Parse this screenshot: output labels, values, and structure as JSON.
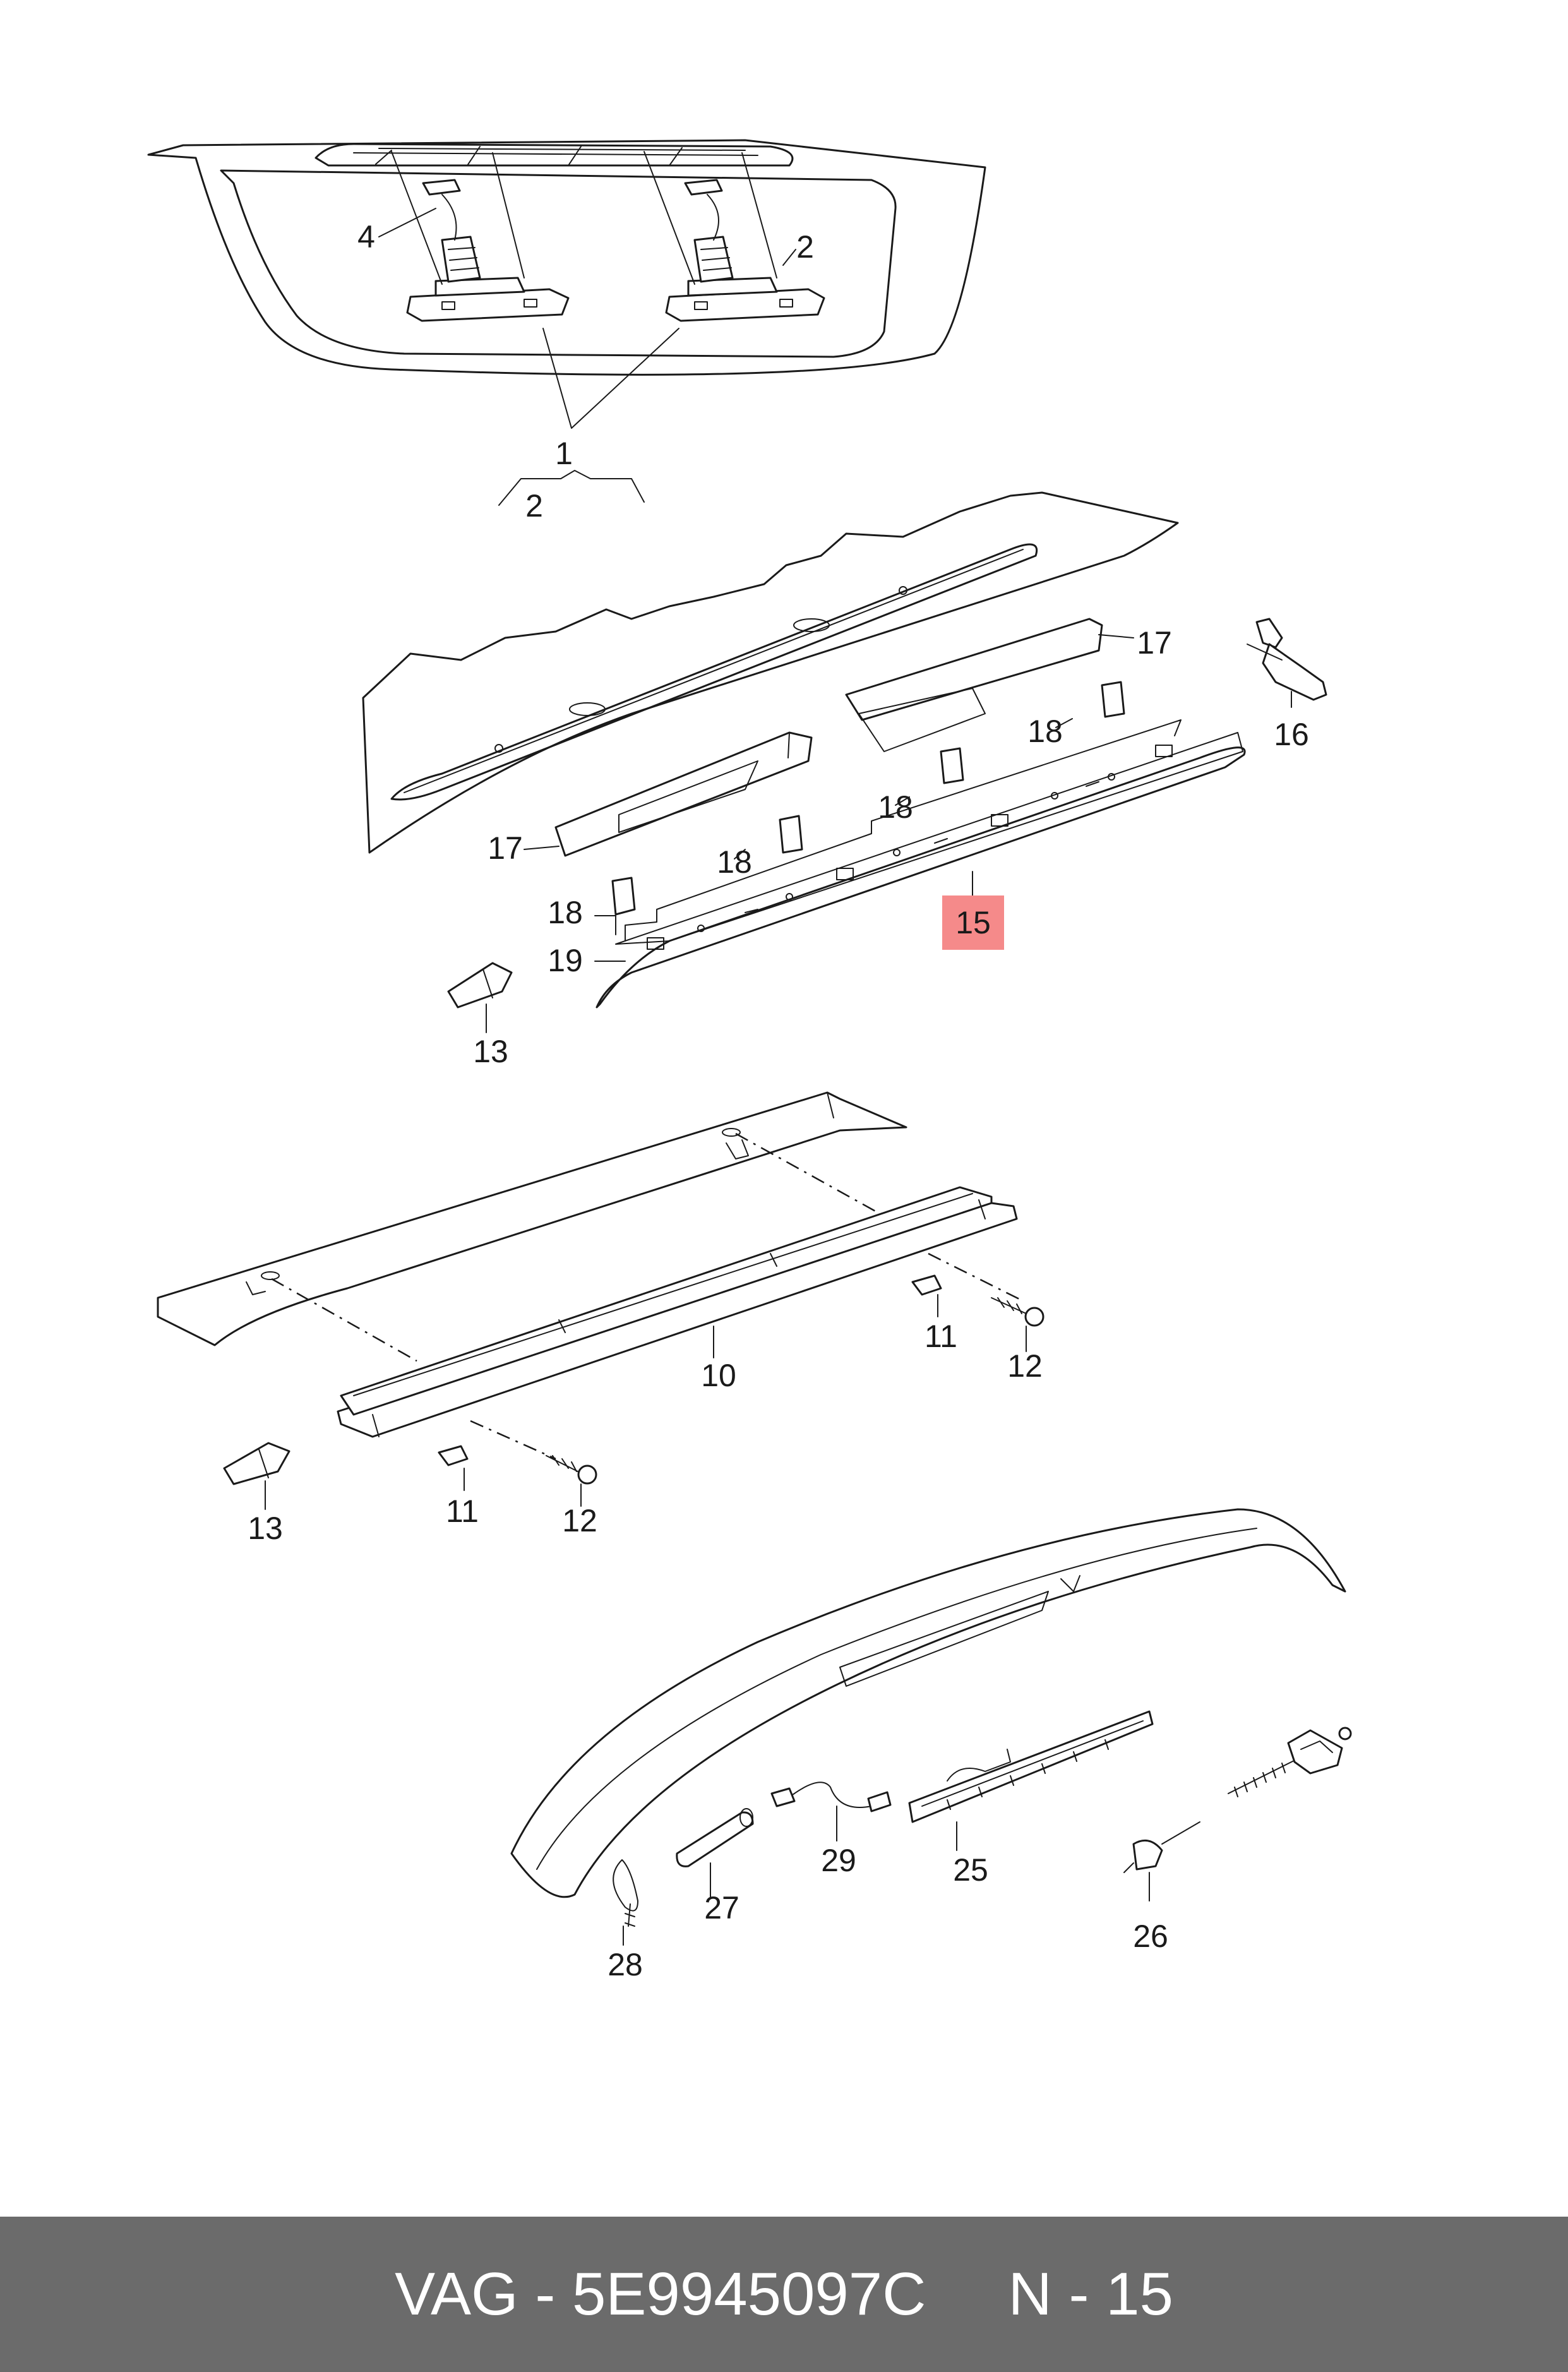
{
  "callouts": {
    "c1": "1",
    "c2a": "2",
    "c2b": "2",
    "c4": "4",
    "c10": "10",
    "c11a": "11",
    "c11b": "11",
    "c12a": "12",
    "c12b": "12",
    "c13a": "13",
    "c13b": "13",
    "c15": "15",
    "c16": "16",
    "c17a": "17",
    "c17b": "17",
    "c18a": "18",
    "c18b": "18",
    "c18c": "18",
    "c18d": "18",
    "c19": "19",
    "c25": "25",
    "c26": "26",
    "c27": "27",
    "c28": "28",
    "c29": "29"
  },
  "highlight": {
    "part": "15",
    "color": "#f58a8a"
  },
  "footer": {
    "brand": "VAG",
    "separator": "-",
    "part_number": "5E9945097C",
    "page_label": "N - 15"
  },
  "colors": {
    "footer_bg": "#6b6b6b",
    "footer_text": "#ffffff",
    "line": "#1a1a1a"
  }
}
